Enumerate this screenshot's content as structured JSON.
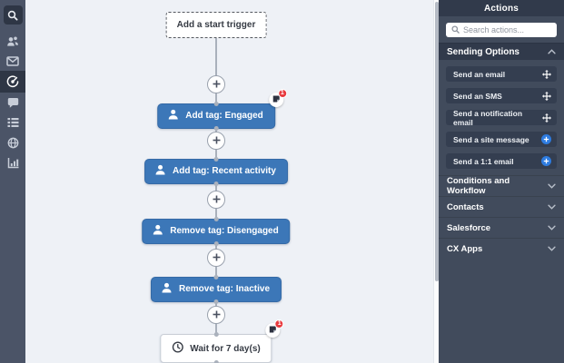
{
  "colors": {
    "canvas_bg": "#eef1f6",
    "sidebar_bg": "#4b5467",
    "panel_bg": "#414b5c",
    "node_blue": "#3c77b8",
    "accent_blue": "#2e7ce0",
    "badge_red": "#e83a3f"
  },
  "sidebar": {
    "items": [
      {
        "icon": "search-icon"
      },
      {
        "icon": "contacts-icon"
      },
      {
        "icon": "email-icon"
      },
      {
        "icon": "automations-icon",
        "active": true
      },
      {
        "icon": "chat-icon"
      },
      {
        "icon": "lists-icon"
      },
      {
        "icon": "site-icon"
      },
      {
        "icon": "reports-icon"
      }
    ]
  },
  "canvas": {
    "trigger": {
      "label": "Add a start trigger"
    },
    "add_step_buttons": 5,
    "nodes": [
      {
        "label": "Add tag: Engaged",
        "type": "contact",
        "badge": "1"
      },
      {
        "label": "Add tag: Recent activity",
        "type": "contact"
      },
      {
        "label": "Remove tag: Disengaged",
        "type": "contact"
      },
      {
        "label": "Remove tag: Inactive",
        "type": "contact"
      },
      {
        "label": "Wait for 7 day(s)",
        "type": "wait",
        "badge": "1"
      }
    ]
  },
  "panel": {
    "title": "Actions",
    "search_placeholder": "Search actions...",
    "sections": [
      {
        "label": "Sending Options",
        "expanded": true,
        "items": [
          {
            "label": "Send an email",
            "icon": "move-icon"
          },
          {
            "label": "Send an SMS",
            "icon": "move-icon"
          },
          {
            "label": "Send a notification email",
            "icon": "move-icon"
          },
          {
            "label": "Send a site message",
            "icon": "plus-icon"
          },
          {
            "label": "Send a 1:1 email",
            "icon": "plus-icon"
          }
        ]
      },
      {
        "label": "Conditions and Workflow",
        "expanded": false
      },
      {
        "label": "Contacts",
        "expanded": false
      },
      {
        "label": "Salesforce",
        "expanded": false
      },
      {
        "label": "CX Apps",
        "expanded": false
      }
    ]
  }
}
